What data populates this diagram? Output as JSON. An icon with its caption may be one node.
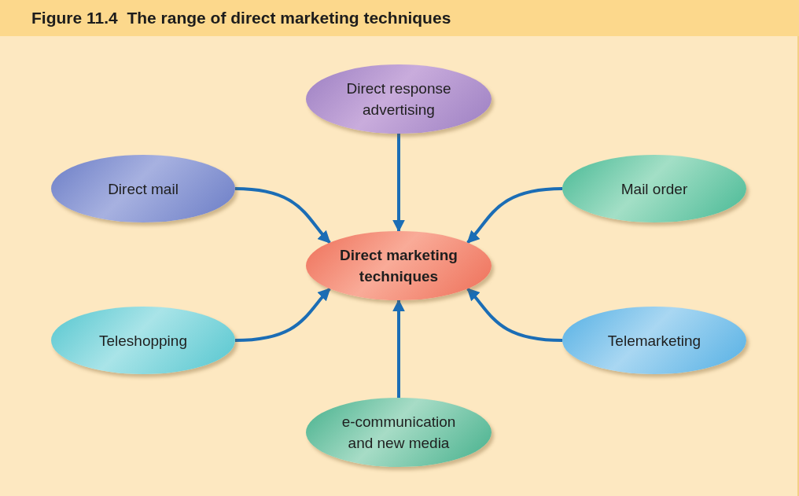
{
  "diagram": {
    "title": "Figure 11.4  The range of direct marketing techniques",
    "nodes": [
      {
        "text": [
          "Direct response advertising"
        ]
      },
      {
        "text": [
          "Direct mail"
        ]
      },
      {
        "text": [
          "Mail order"
        ]
      },
      {
        "text": [
          "Direct marketing techniques"
        ]
      },
      {
        "text": [
          "Teleshopping"
        ]
      },
      {
        "text": [
          "Telemarketing"
        ]
      },
      {
        "text": [
          "e-communication and new media"
        ]
      }
    ],
    "edges": [
      {
        "from": 0,
        "to": 3,
        "arrow": "to"
      },
      {
        "from": 1,
        "to": 3,
        "arrow": "to"
      },
      {
        "from": 2,
        "to": 3,
        "arrow": "to"
      },
      {
        "from": 4,
        "to": 3,
        "arrow": "to"
      },
      {
        "from": 5,
        "to": 3,
        "arrow": "to"
      },
      {
        "from": 6,
        "to": 3,
        "arrow": "to"
      }
    ]
  }
}
